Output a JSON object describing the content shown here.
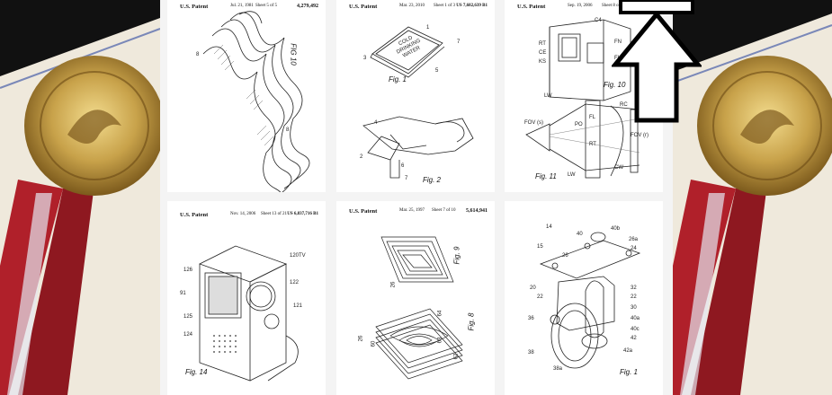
{
  "patents": [
    {
      "header": "U.S. Patent",
      "date": "Jul. 21, 1981",
      "sheet": "Sheet 5 of 5",
      "number": "4,279,492",
      "figure": "FIG 10",
      "refs": [
        "8",
        "8"
      ]
    },
    {
      "header": "U.S. Patent",
      "date": "Mar. 23, 2010",
      "sheet": "Sheet 1 of 3",
      "number": "US 7,682,639 B1",
      "figures": [
        "Fig. 1",
        "Fig. 2"
      ],
      "bag_text": [
        "COLD",
        "DRINKING",
        "WATER"
      ],
      "refs": [
        "1",
        "7",
        "5",
        "3",
        "4",
        "2",
        "6",
        "7"
      ]
    },
    {
      "header": "U.S. Patent",
      "date": "Sep. 19, 2006",
      "sheet": "Sheet 8 of 9",
      "number": "",
      "figures": [
        "Fig. 10",
        "Fig. 11"
      ],
      "refs": [
        "C4",
        "FN",
        "RT",
        "FL",
        "CE",
        "KS",
        "LW",
        "RC",
        "FL",
        "RT",
        "CW",
        "LW",
        "PO",
        "FOV (s)",
        "FOV (r)"
      ]
    },
    {
      "header": "U.S. Patent",
      "date": "Nov. 14, 2006",
      "sheet": "Sheet 13 of 21",
      "number": "US 6,837,716 B1",
      "figure": "Fig. 14",
      "refs": [
        "120TV",
        "126",
        "122",
        "121",
        "125",
        "124",
        "91"
      ]
    },
    {
      "header": "U.S. Patent",
      "date": "Mar. 25, 1997",
      "sheet": "Sheet 7 of 10",
      "number": "5,614,941",
      "figures": [
        "Fig. 9",
        "Fig. 8"
      ],
      "refs": [
        "26",
        "26",
        "64",
        "63",
        "62",
        "60"
      ]
    },
    {
      "header": "",
      "figure": "Fig. 1",
      "refs": [
        "14",
        "40",
        "40b",
        "26a",
        "15",
        "24",
        "26",
        "20",
        "32",
        "22",
        "22",
        "30",
        "36",
        "40a",
        "40c",
        "42",
        "38",
        "42a",
        "38a"
      ]
    }
  ],
  "colors": {
    "seal_gold": "#c8a24a",
    "ribbon_red": "#b0202a",
    "paper": "#efe9dc"
  },
  "arrow_icon": "up-arrow-icon"
}
